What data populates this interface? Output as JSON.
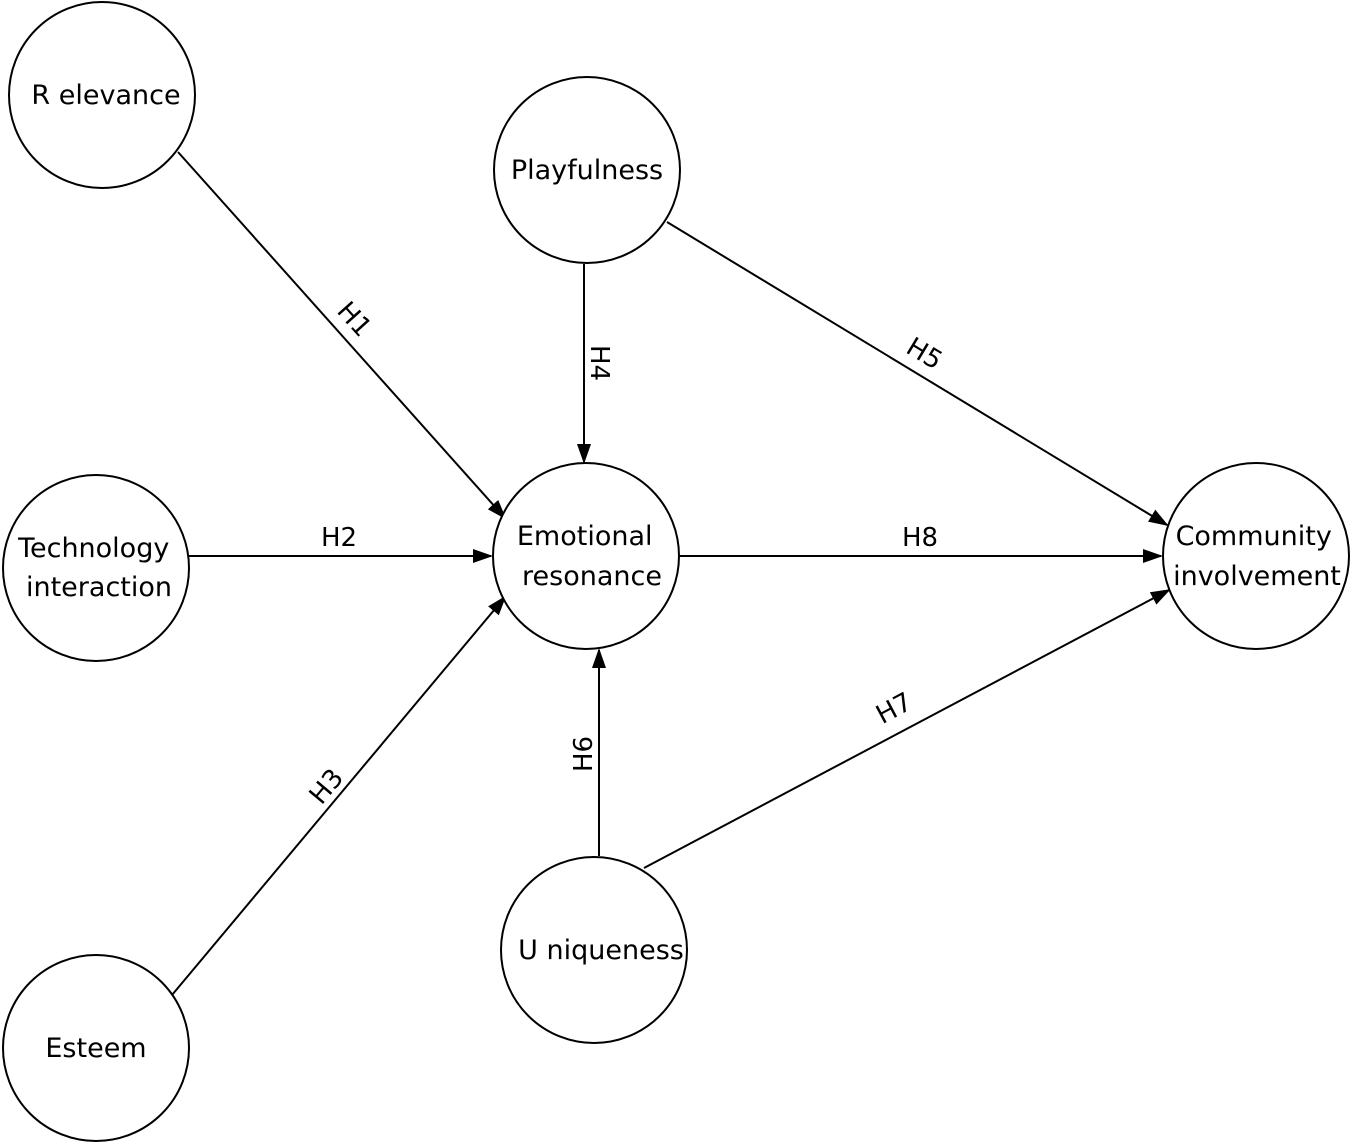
{
  "diagram": {
    "nodes": {
      "relevance": {
        "lines": [
          "R elevance"
        ]
      },
      "playfulness": {
        "lines": [
          "Playfulness"
        ]
      },
      "technology_interaction": {
        "lines": [
          "Technology",
          "interaction"
        ]
      },
      "emotional_resonance": {
        "lines": [
          "Emotional",
          "resonance"
        ]
      },
      "community_involvement": {
        "lines": [
          "Community",
          "involvement"
        ]
      },
      "uniqueness": {
        "lines": [
          "U niqueness"
        ]
      },
      "esteem": {
        "lines": [
          "Esteem"
        ]
      }
    },
    "edges": {
      "h1": {
        "label": "H1",
        "from": "Relevance",
        "to": "Emotional resonance"
      },
      "h2": {
        "label": "H2",
        "from": "Technology interaction",
        "to": "Emotional resonance"
      },
      "h3": {
        "label": "H3",
        "from": "Esteem",
        "to": "Emotional resonance"
      },
      "h4": {
        "label": "H4",
        "from": "Playfulness",
        "to": "Emotional resonance"
      },
      "h5": {
        "label": "H5",
        "from": "Playfulness",
        "to": "Community involvement"
      },
      "h6": {
        "label": "H6",
        "from": "Uniqueness",
        "to": "Emotional resonance"
      },
      "h7": {
        "label": "H7",
        "from": "Uniqueness",
        "to": "Community involvement"
      },
      "h8": {
        "label": "H8",
        "from": "Emotional resonance",
        "to": "Community involvement"
      }
    }
  }
}
